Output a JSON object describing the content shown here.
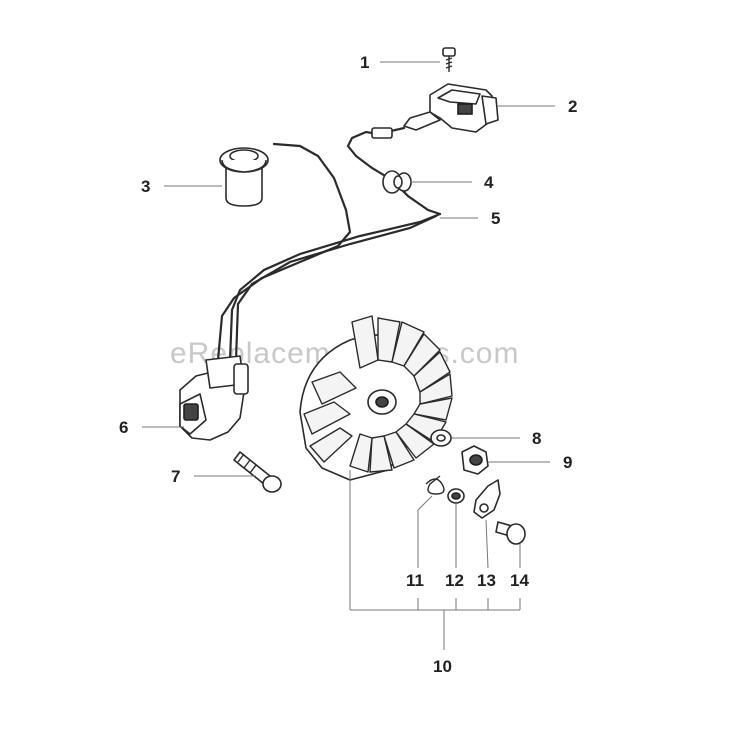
{
  "watermark": "eReplacementParts.com",
  "callouts": [
    "1",
    "2",
    "3",
    "4",
    "5",
    "6",
    "7",
    "8",
    "9",
    "10",
    "11",
    "12",
    "13",
    "14"
  ]
}
